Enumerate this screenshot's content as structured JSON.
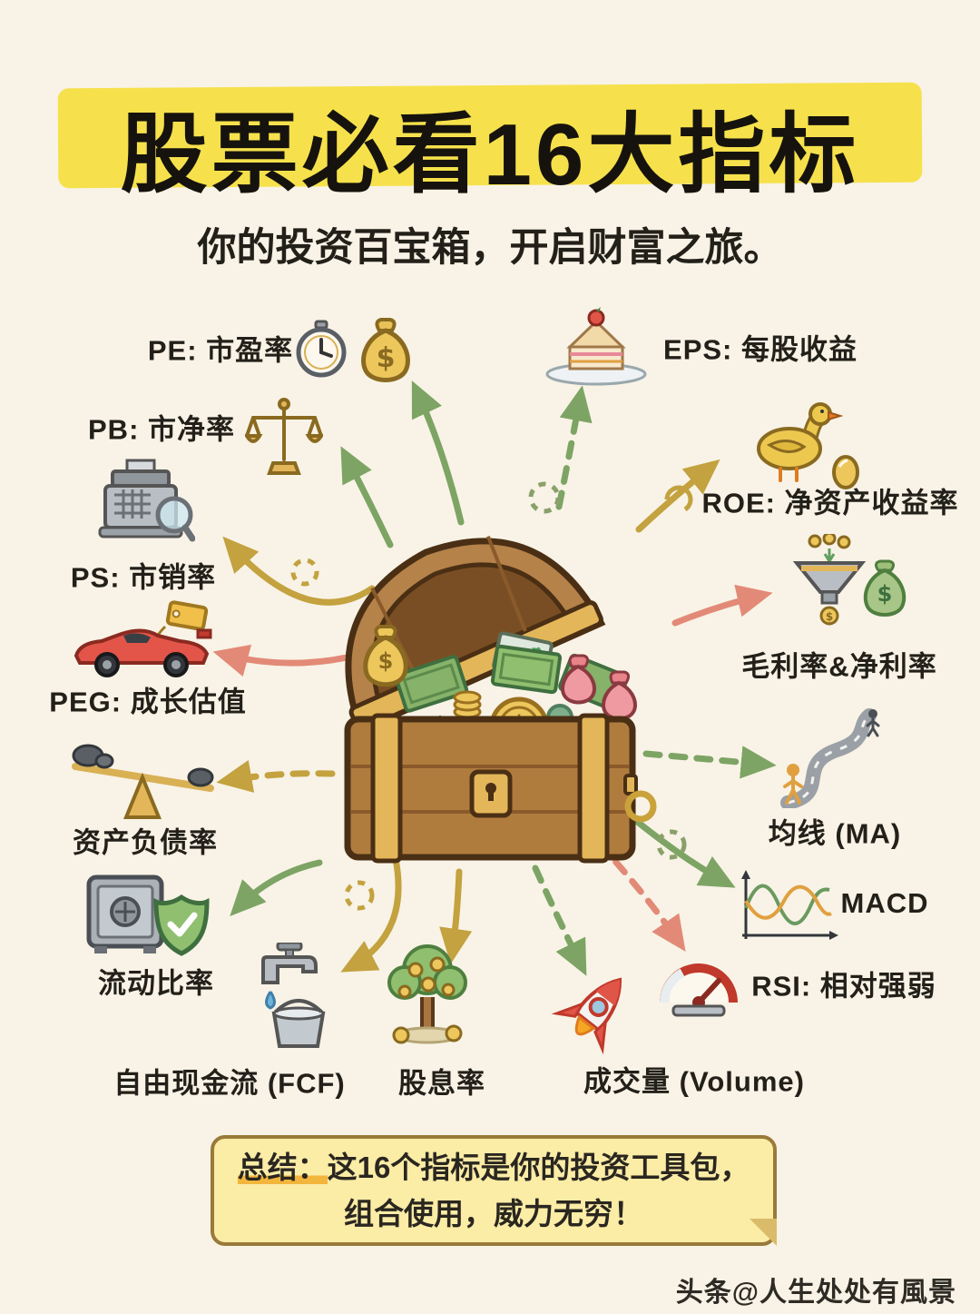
{
  "title": "股票必看16大指标",
  "subtitle": "你的投资百宝箱，开启财富之旅。",
  "indicators": [
    {
      "id": "pe",
      "label": "PE: 市盈率",
      "icons": [
        "clock-icon",
        "money-bag-icon"
      ]
    },
    {
      "id": "pb",
      "label": "PB: 市净率",
      "icons": [
        "balance-scale-icon"
      ]
    },
    {
      "id": "ps",
      "label": "PS: 市销率",
      "icons": [
        "cash-register-icon",
        "magnifier-icon"
      ]
    },
    {
      "id": "peg",
      "label": "PEG: 成长估值",
      "icons": [
        "race-car-icon",
        "price-tag-icon"
      ]
    },
    {
      "id": "debt",
      "label": "资产负债率",
      "icons": [
        "seesaw-icon"
      ]
    },
    {
      "id": "current",
      "label": "流动比率",
      "icons": [
        "safe-icon",
        "shield-check-icon"
      ]
    },
    {
      "id": "fcf",
      "label": "自由现金流 (FCF)",
      "icons": [
        "faucet-icon",
        "bucket-icon"
      ]
    },
    {
      "id": "dividend",
      "label": "股息率",
      "icons": [
        "money-tree-icon"
      ]
    },
    {
      "id": "volume",
      "label": "成交量 (Volume)",
      "icons": [
        "rocket-icon"
      ]
    },
    {
      "id": "rsi",
      "label": "RSI: 相对强弱",
      "icons": [
        "gauge-icon"
      ]
    },
    {
      "id": "macd",
      "label": "MACD",
      "icons": [
        "macd-wave-icon"
      ]
    },
    {
      "id": "ma",
      "label": "均线 (MA)",
      "icons": [
        "winding-road-icon",
        "walker-icon"
      ]
    },
    {
      "id": "margin",
      "label": "毛利率&净利率",
      "icons": [
        "funnel-icon",
        "money-bag-icon"
      ]
    },
    {
      "id": "roe",
      "label": "ROE: 净资产收益率",
      "icons": [
        "goose-icon",
        "golden-egg-icon"
      ]
    },
    {
      "id": "eps",
      "label": "EPS: 每股收益",
      "icons": [
        "cake-icon"
      ]
    }
  ],
  "summary": {
    "prefix": "总结：",
    "line1": "这16个指标是你的投资工具包，",
    "line2": "组合使用，威力无穷！"
  },
  "watermark": "头条@人生处处有風景",
  "glyphs": {
    "dollar": "$"
  },
  "colors": {
    "background": "#f8f3e6",
    "title_highlight": "#f6e14c",
    "arrow_green": "#7da464",
    "arrow_olive": "#c3a23f",
    "arrow_salmon": "#e28a77",
    "note_bg": "#fbeca6",
    "note_border": "#9a7a3a"
  }
}
